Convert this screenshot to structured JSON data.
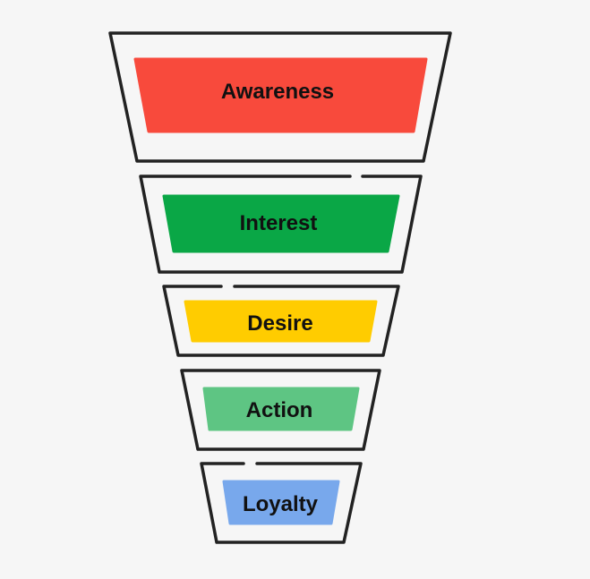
{
  "title": "AIDA marketing funnel",
  "stages": [
    {
      "label": "Awareness",
      "color": "#f84a3c"
    },
    {
      "label": "Interest",
      "color": "#0aa746"
    },
    {
      "label": "Desire",
      "color": "#ffcc00"
    },
    {
      "label": "Action",
      "color": "#5ec583"
    },
    {
      "label": "Loyalty",
      "color": "#78a8ec"
    }
  ]
}
